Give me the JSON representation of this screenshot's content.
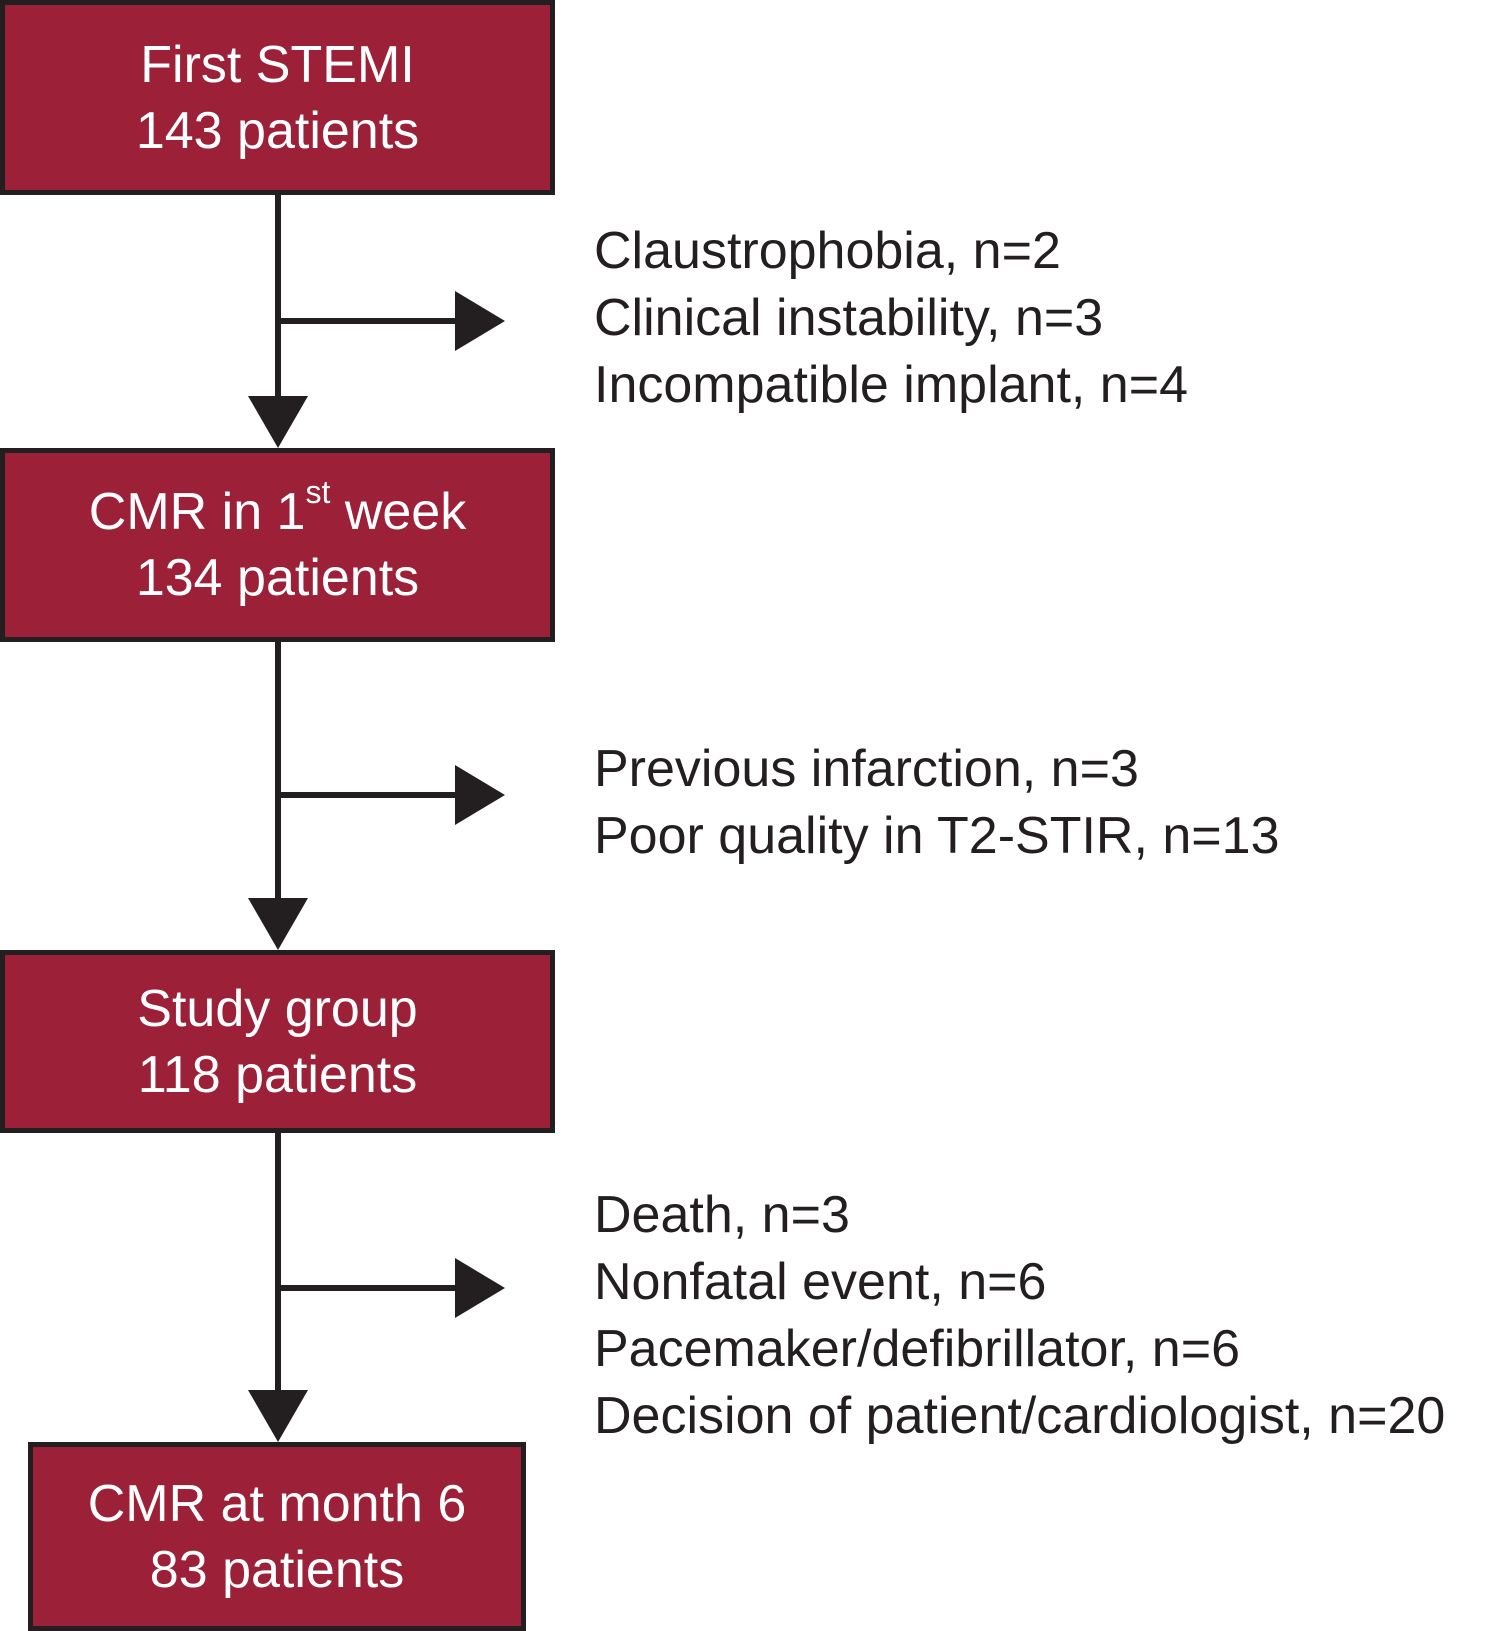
{
  "stages": [
    {
      "title": "First STEMI",
      "count": "143 patients"
    },
    {
      "title_main": "CMR in 1",
      "title_sup": "st",
      "title_end": " week",
      "count": "134 patients"
    },
    {
      "title": "Study group",
      "count": "118 patients"
    },
    {
      "title": "CMR at month 6",
      "count": "83 patients"
    }
  ],
  "exclusions": [
    [
      "Claustrophobia, n=2",
      "Clinical instability, n=3",
      "Incompatible implant, n=4"
    ],
    [
      "Previous infarction, n=3",
      "Poor quality in T2-STIR, n=13"
    ],
    [
      "Death, n=3",
      "Nonfatal event, n=6",
      "Pacemaker/defibrillator, n=6",
      "Decision of patient/cardiologist, n=20"
    ]
  ],
  "colors": {
    "box_fill": "#9c2038",
    "box_border": "#231f20",
    "box_text": "#ffffff",
    "line": "#231f20",
    "exclusion_text": "#231f20"
  }
}
